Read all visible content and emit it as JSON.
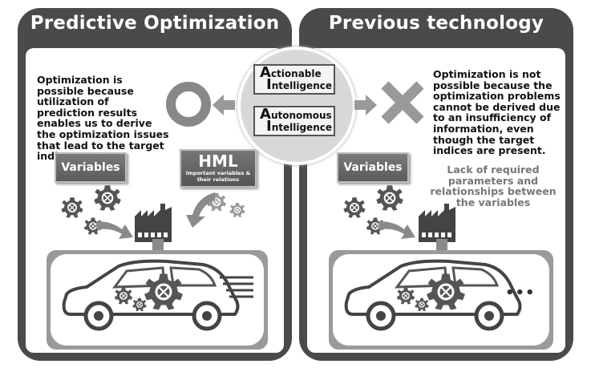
{
  "left_panel": {
    "title": "Predictive Optimization",
    "description": "Optimization is possible because utilization of prediction results enables us to derive the optimization issues that lead to the target indices.",
    "variables_label": "Variables",
    "hml_title": "HML",
    "hml_subtitle": "Important variables & their relations",
    "status_symbol": "circle"
  },
  "center": {
    "items": [
      {
        "initial": "A",
        "rest_line1": "ctionable",
        "initial2": "I",
        "rest_line2": "ntelligence"
      },
      {
        "initial": "A",
        "rest_line1": "utonomous",
        "initial2": "I",
        "rest_line2": "ntelligence"
      }
    ]
  },
  "right_panel": {
    "title": "Previous technology",
    "description": "Optimization is not possible because the optimization problems cannot be derived due to an insufficiency of information, even though the target indices are present.",
    "variables_label": "Variables",
    "lack_text": "Lack of required parameters and relationships between the variables",
    "ellipsis": "•••",
    "status_symbol": "cross"
  },
  "colors": {
    "panel": "#4a4a4a",
    "gear": "#555555",
    "arrow": "#8a8a8a",
    "light_gear": "#9a9a9a"
  }
}
